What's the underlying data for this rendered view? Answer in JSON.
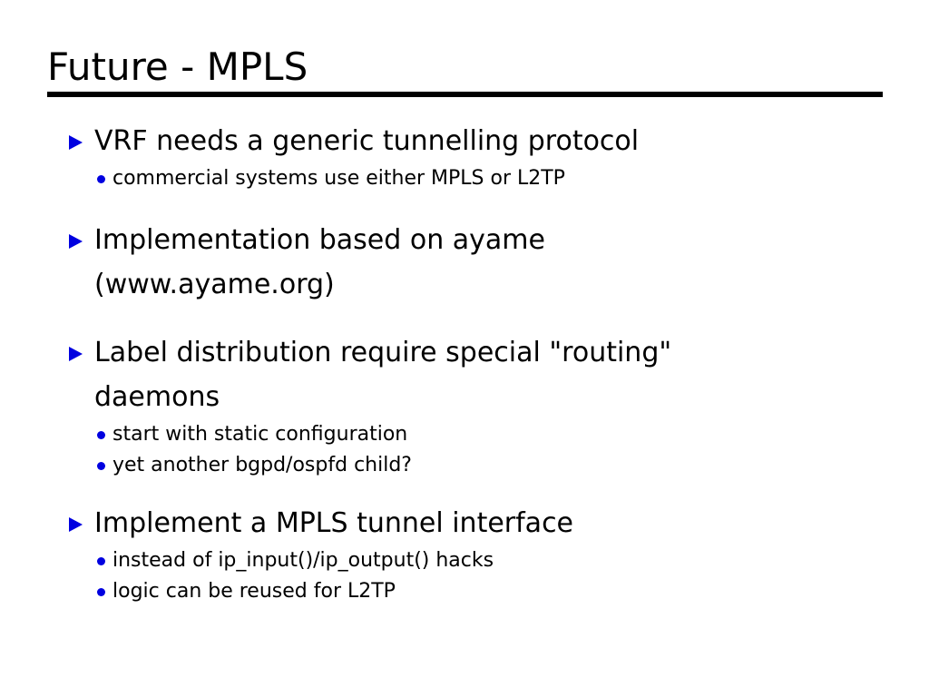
{
  "slide": {
    "title": "Future - MPLS",
    "accent_color": "#0000E0",
    "text_color": "#000000",
    "background_color": "#FFFFFF",
    "rule_color": "#000000",
    "bullet_level1_icon": "triangle-right-icon",
    "bullet_level2_icon": "dot-icon",
    "outline": [
      {
        "text": "VRF needs a generic tunnelling protocol",
        "children": [
          {
            "text": "commercial systems use either MPLS or L2TP"
          }
        ]
      },
      {
        "text": "Implementation based on ayame (www.ayame.org)",
        "children": []
      },
      {
        "text": "Label distribution require special \"routing\" daemons",
        "children": [
          {
            "text": "start with static configuration"
          },
          {
            "text": "yet another bgpd/ospfd child?"
          }
        ]
      },
      {
        "text": "Implement a MPLS tunnel interface",
        "children": [
          {
            "text": "instead of ip_input()/ip_output() hacks"
          },
          {
            "text": "logic can be reused for L2TP"
          }
        ]
      }
    ]
  }
}
